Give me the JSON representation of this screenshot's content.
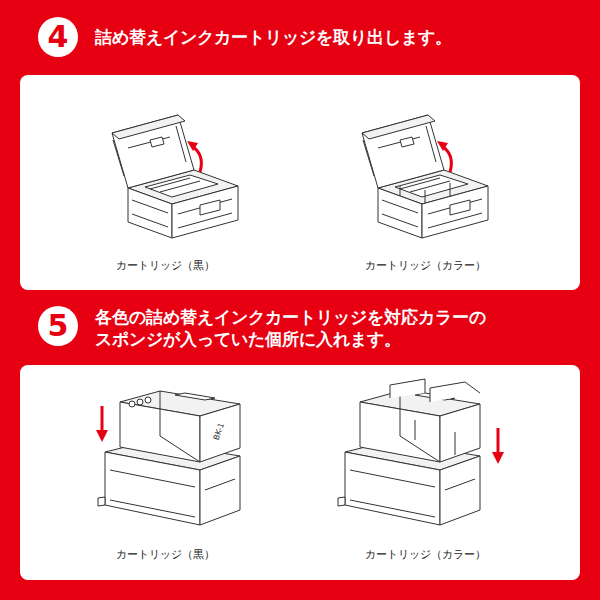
{
  "diagram": {
    "nodes": [
      {
        "text": [
          "4"
        ]
      },
      {
        "text": [
          "カートリッジ（黒）",
          "カートリッジ（カラー）"
        ]
      },
      {
        "text": [
          "5"
        ]
      },
      {
        "text": [
          "カートリッジ（黒）",
          "カートリッジ（カラー）"
        ]
      }
    ],
    "labels": [
      "詰め替えインクカートリッジを取り出します。",
      "各色の詰め替えインクカートリッジを対応カラーの スポンジが入っていた個所に入れます。",
      "BK-1"
    ]
  }
}
